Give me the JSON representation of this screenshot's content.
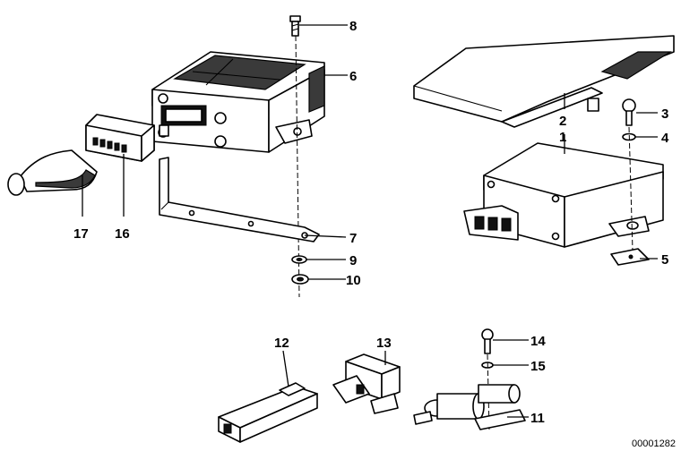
{
  "callouts": {
    "c1": "1",
    "c2": "2",
    "c3": "3",
    "c4": "4",
    "c5": "5",
    "c6": "6",
    "c7": "7",
    "c8": "8",
    "c9": "9",
    "c10": "10",
    "c11": "11",
    "c12": "12",
    "c13": "13",
    "c14": "14",
    "c15": "15",
    "c16": "16",
    "c17": "17"
  },
  "reference_code": "00001282"
}
